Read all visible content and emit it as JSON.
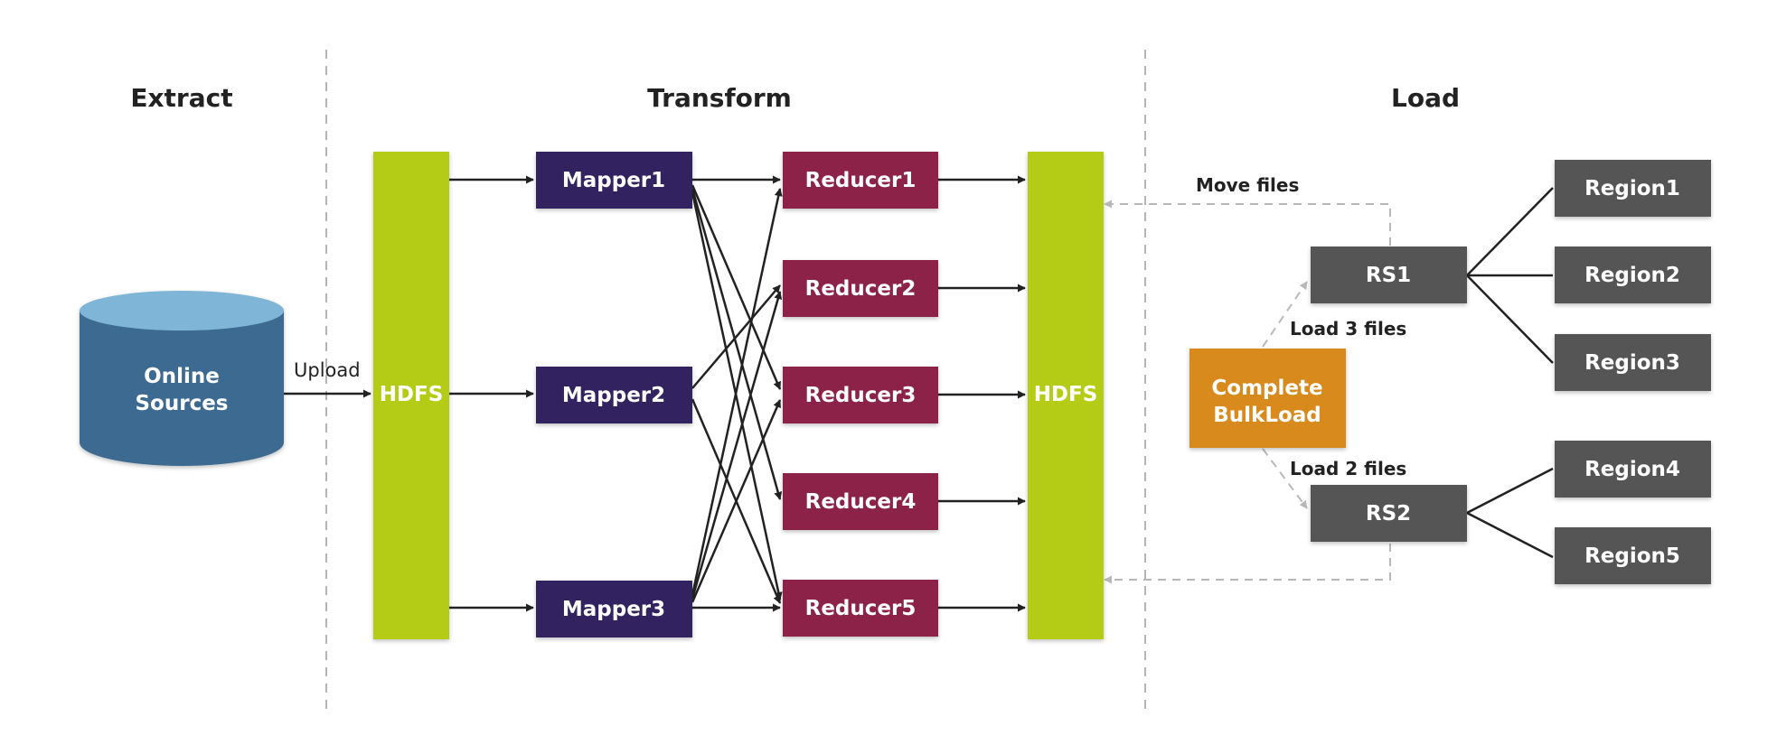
{
  "sections": {
    "extract": "Extract",
    "transform": "Transform",
    "load": "Load"
  },
  "source": {
    "line1": "Online",
    "line2": "Sources"
  },
  "hdfs_in": "HDFS",
  "hdfs_out": "HDFS",
  "mappers": [
    "Mapper1",
    "Mapper2",
    "Mapper3"
  ],
  "reducers": [
    "Reducer1",
    "Reducer2",
    "Reducer3",
    "Reducer4",
    "Reducer5"
  ],
  "bulkload": {
    "line1": "Complete",
    "line2": "BulkLoad"
  },
  "region_servers": [
    "RS1",
    "RS2"
  ],
  "regions": [
    "Region1",
    "Region2",
    "Region3",
    "Region4",
    "Region5"
  ],
  "edge_labels": {
    "upload": "Upload",
    "move_files": "Move files",
    "load_3": "Load 3 files",
    "load_2": "Load 2 files"
  },
  "colors": {
    "hdfs": "#b5cc18",
    "mapper": "#33205e",
    "reducer": "#8c2446",
    "bulkload": "#d98a1a",
    "server": "#555555",
    "database_body": "#3d6b91",
    "database_top": "#7fb5d6"
  }
}
